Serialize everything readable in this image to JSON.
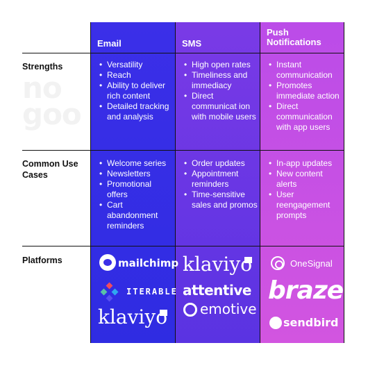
{
  "columns": {
    "email": "Email",
    "sms": "SMS",
    "push": "Push Notifications"
  },
  "rows": {
    "strengths": "Strengths",
    "use_cases": "Common Use Cases",
    "platforms": "Platforms"
  },
  "strengths": {
    "email": [
      "Versatility",
      "Reach",
      "Ability to deliver rich content",
      "Detailed tracking and analysis"
    ],
    "sms": [
      "High open rates",
      "Timeliness and immediacy",
      "Direct communicat ion with mobile users"
    ],
    "push": [
      "Instant communication",
      "Promotes immediate action",
      "Direct communication with app users"
    ]
  },
  "use_cases": {
    "email": [
      "Welcome series",
      "Newsletters",
      "Promotional offers",
      "Cart abandonment reminders"
    ],
    "sms": [
      "Order updates",
      "Appointment reminders",
      "Time-sensitive sales and promos"
    ],
    "push": [
      "In-app updates",
      "New content alerts",
      "User reengagement prompts"
    ]
  },
  "platforms": {
    "email": [
      "mailchimp",
      "ITERABLE",
      "klaviyo"
    ],
    "sms": [
      "klaviyo",
      "attentive",
      "emotive"
    ],
    "push": [
      "OneSignal",
      "braze",
      "sendbird"
    ]
  },
  "colors": {
    "email": "#3b2fe8",
    "sms": "#6a36e4",
    "push": "#c850e4",
    "iterable_diamonds": [
      "#ef4b5f",
      "#59c1a7",
      "#5a4ff0",
      "#2fa8f0"
    ]
  }
}
